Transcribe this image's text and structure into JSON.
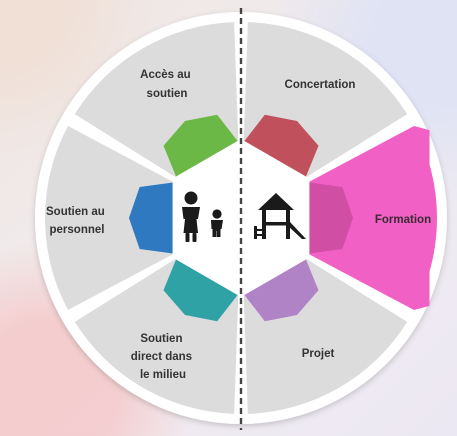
{
  "segments": [
    {
      "id": "acces",
      "lines": [
        "Accès au",
        "soutien"
      ],
      "color": "#6cb847",
      "highlight": false
    },
    {
      "id": "concertation",
      "lines": [
        "Concertation"
      ],
      "color": "#c0505c",
      "highlight": false
    },
    {
      "id": "formation",
      "lines": [
        "Formation"
      ],
      "color": "#d04ea4",
      "highlight": true
    },
    {
      "id": "projet",
      "lines": [
        "Projet"
      ],
      "color": "#b082c6",
      "highlight": false
    },
    {
      "id": "soutien-direct",
      "lines": [
        "Soutien",
        "direct dans",
        "le milieu"
      ],
      "color": "#2fa2a5",
      "highlight": false
    },
    {
      "id": "soutien-personnel",
      "lines": [
        "Soutien au",
        "personnel"
      ],
      "color": "#2f79c0",
      "highlight": false
    }
  ],
  "colors": {
    "segment_fill": "#dcdcdc",
    "highlight_fill": "#f160c4",
    "ring": "#ffffff",
    "center": "#ffffff",
    "divider": "#444444",
    "icon": "#1a1a1a"
  },
  "center_icons": {
    "left": "adult-and-child-icon",
    "right": "playground-slide-icon"
  }
}
